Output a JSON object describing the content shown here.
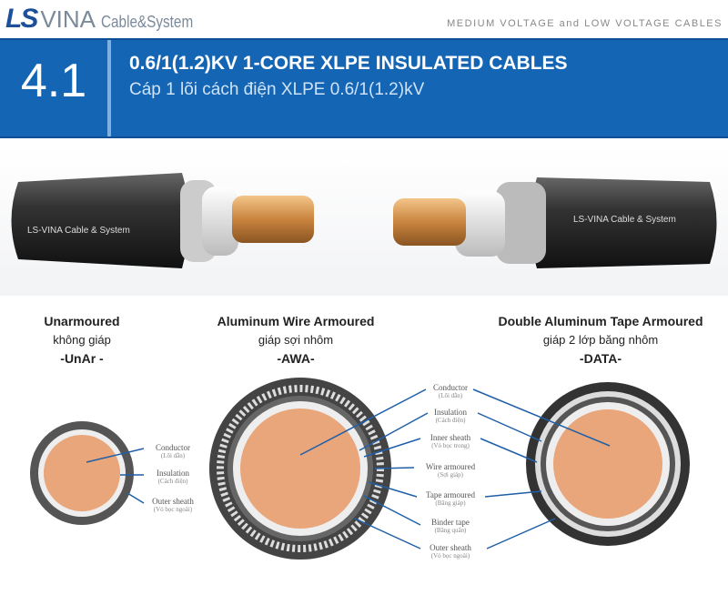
{
  "header": {
    "logo_ls": "LS",
    "logo_vina": "VINA",
    "logo_cs": "Cable&System",
    "category": "MEDIUM VOLTAGE and LOW VOLTAGE CABLES"
  },
  "band": {
    "section": "4.1",
    "title": "0.6/1(1.2)KV 1-CORE XLPE INSULATED CABLES",
    "subtitle": "Cáp 1 lõi cách điện XLPE 0.6/1(1.2)kV"
  },
  "photo": {
    "print_text": "LS-VINA Cable & System"
  },
  "types": [
    {
      "name": "Unarmoured",
      "vn": "không giáp",
      "code": "-UnAr -"
    },
    {
      "name": "Aluminum Wire Armoured",
      "vn": "giáp sợi nhôm",
      "code": "-AWA-"
    },
    {
      "name": "Double Aluminum Tape Armoured",
      "vn": "giáp 2 lớp băng nhôm",
      "code": "-DATA-"
    }
  ],
  "small_labels": [
    {
      "en": "Conductor",
      "vn": "(Lõi dẫn)"
    },
    {
      "en": "Insulation",
      "vn": "(Cách điện)"
    },
    {
      "en": "Outer sheath",
      "vn": "(Vỏ bọc ngoài)"
    }
  ],
  "mid_labels": [
    {
      "en": "Conductor",
      "vn": "(Lõi dẫn)"
    },
    {
      "en": "Insulation",
      "vn": "(Cách điện)"
    },
    {
      "en": "Inner sheath",
      "vn": "(Vỏ bọc trong)"
    },
    {
      "en": "Wire armoured",
      "vn": "(Sợi giáp)"
    },
    {
      "en": "Tape armoured",
      "vn": "(Băng giáp)"
    },
    {
      "en": "Binder tape",
      "vn": "(Băng quấn)"
    },
    {
      "en": "Outer sheath",
      "vn": "(Vỏ bọc ngoài)"
    }
  ]
}
